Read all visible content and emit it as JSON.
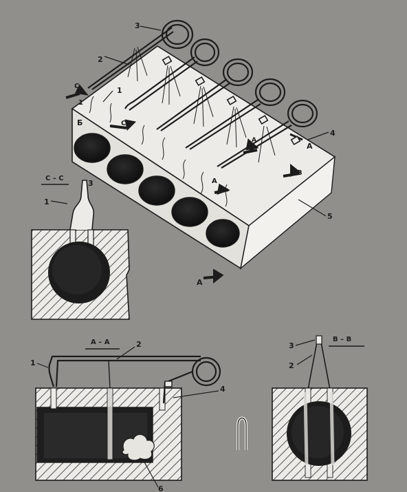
{
  "colors": {
    "paper": "#8d8c89",
    "line": "#1c1c1c",
    "block_top": "#ecebe7",
    "block_front": "#e2e1dc",
    "block_side": "#f2f1ee",
    "hatch": "#2a2a2a"
  },
  "labels": {
    "top": {
      "n1a": "1",
      "n1b": "1",
      "n2": "2",
      "n3": "3",
      "n4": "4",
      "n5": "5",
      "letterB": "Б",
      "letterA": "А",
      "letterV": "В",
      "arrowC1": "С",
      "arrowC2": "С",
      "arrowA": "А",
      "arrowV": "В",
      "arrowA2": "А",
      "bottomA": "А"
    },
    "sectionCC": {
      "title": "С – С",
      "n1": "1",
      "n3": "3"
    },
    "sectionAA": {
      "title": "А – А",
      "n1": "1",
      "n2": "2",
      "n4": "4",
      "n6": "6"
    },
    "sectionBB": {
      "title": "В – В",
      "n2": "2",
      "n3": "3"
    }
  }
}
